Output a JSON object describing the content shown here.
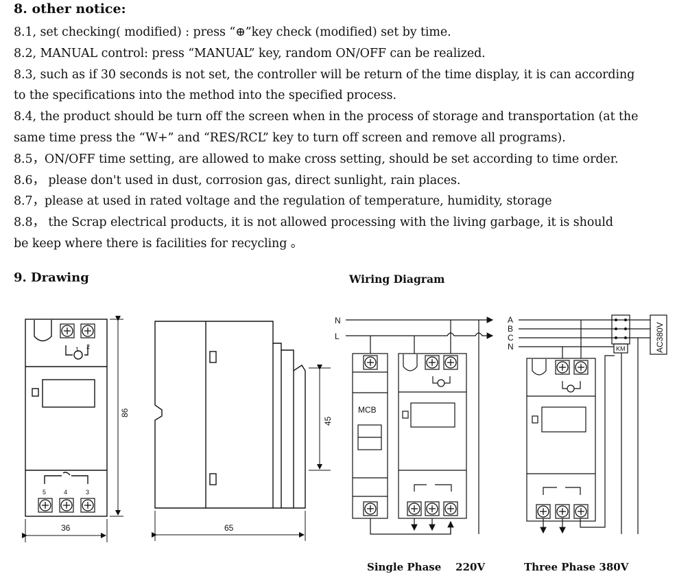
{
  "section8": {
    "title": "8. other notice:",
    "lines": [
      "8.1, set checking( modified) : press “⊕”key check (modified) set by time.",
      "8.2, MANUAL control: press “MANUAL” key, random ON/OFF can be realized.",
      "8.3, such as if    30 seconds is not set, the controller will be return of the time display, it is can according",
      "to the specifications into the method into the specified process.",
      "8.4, the    product should be turn off the screen when in the process of storage and transportation (at the",
      "same time press the “W+” and “RES/RCL” key to turn off screen and remove all programs).",
      "8.5，ON/OFF time setting, are allowed to make cross setting, should be set    according to time order.",
      "8.6，   please don't used    in dust, corrosion gas, direct sunlight, rain places.",
      "8.7，please at used in rated voltage and the regulation of temperature, humidity, storage",
      "8.8，   the Scrap electrical products,    it is not allowed processing with the    living    garbage,    it is should",
      "be keep    where there is facilities for recycling 。"
    ]
  },
  "section9": {
    "title": "9. Drawing",
    "wiring_title": "Wiring Diagram"
  },
  "dimensions": {
    "height": "86",
    "width": "36",
    "depth": "65",
    "rail": "45"
  },
  "terminal_numbers": {
    "t1": "1",
    "t2": "2",
    "t3": "3",
    "t4": "4",
    "t5": "5"
  },
  "single_phase": {
    "line_n": "N",
    "line_l": "L",
    "mcb": "MCB",
    "caption": "Single Phase    220V"
  },
  "three_phase": {
    "line_a": "A",
    "line_b": "B",
    "line_c": "C",
    "line_n": "N",
    "km": "KM",
    "supply": "AC380V",
    "caption": "Three Phase 380V"
  }
}
